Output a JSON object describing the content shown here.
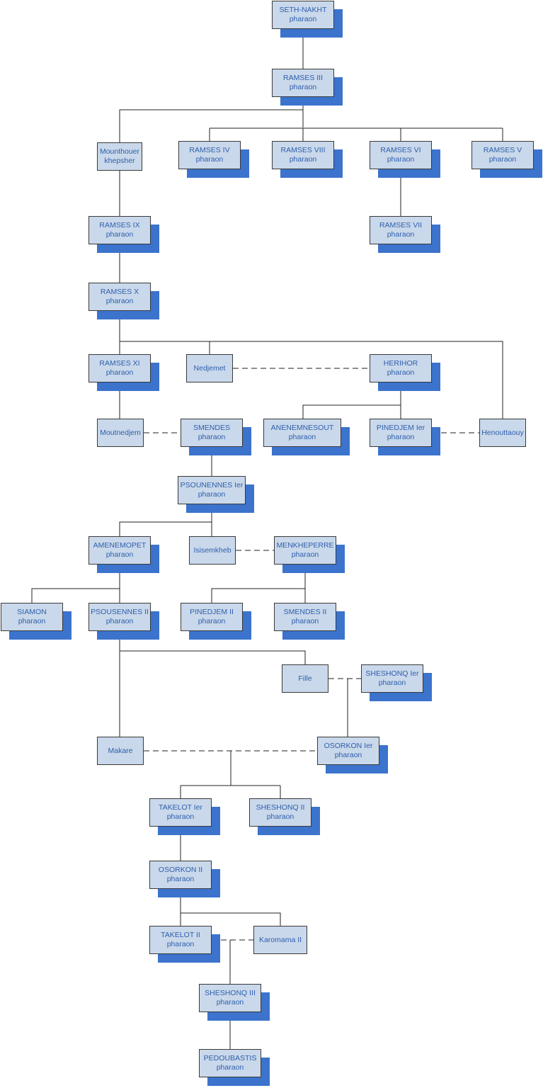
{
  "colors": {
    "box_fill": "#c9d8ea",
    "box_border": "#3a3a3a",
    "shadow": "#3b73cd",
    "text": "#2f5fae",
    "line": "#222222"
  },
  "nodes": [
    {
      "id": "seth-nakht",
      "name": "SETH-NAKHT",
      "title": "pharaon"
    },
    {
      "id": "ramses-3",
      "name": "RAMSES III",
      "title": "pharaon"
    },
    {
      "id": "mounthouer",
      "name": "Mounthouer",
      "title": "khepsher"
    },
    {
      "id": "ramses-4",
      "name": "RAMSES IV",
      "title": "pharaon"
    },
    {
      "id": "ramses-8",
      "name": "RAMSES VIII",
      "title": "pharaon"
    },
    {
      "id": "ramses-6",
      "name": "RAMSES VI",
      "title": "pharaon"
    },
    {
      "id": "ramses-5",
      "name": "RAMSES V",
      "title": "pharaon"
    },
    {
      "id": "ramses-7",
      "name": "RAMSES VII",
      "title": "pharaon"
    },
    {
      "id": "ramses-9",
      "name": "RAMSES IX",
      "title": "pharaon"
    },
    {
      "id": "ramses-10",
      "name": "RAMSES X",
      "title": "pharaon"
    },
    {
      "id": "ramses-11",
      "name": "RAMSES XI",
      "title": "pharaon"
    },
    {
      "id": "nedjemet",
      "name": "Nedjemet",
      "title": ""
    },
    {
      "id": "herihor",
      "name": "HERIHOR",
      "title": "pharaon"
    },
    {
      "id": "moutnedjem",
      "name": "Moutnedjem",
      "title": ""
    },
    {
      "id": "smendes",
      "name": "SMENDES",
      "title": "pharaon"
    },
    {
      "id": "anenemnesout",
      "name": "ANENEMNESOUT",
      "title": "pharaon"
    },
    {
      "id": "pinedjem-1",
      "name": "PINEDJEM Ier",
      "title": "pharaon"
    },
    {
      "id": "henouttaouy",
      "name": "Henouttaouy",
      "title": ""
    },
    {
      "id": "psounennes-1",
      "name": "PSOUNENNES Ier",
      "title": "pharaon"
    },
    {
      "id": "amenemopet",
      "name": "AMENEMOPET",
      "title": "pharaon"
    },
    {
      "id": "isisemkheb",
      "name": "Isisemkheb",
      "title": ""
    },
    {
      "id": "menkheperre",
      "name": "MENKHEPERRE",
      "title": "pharaon"
    },
    {
      "id": "siamon",
      "name": "SIAMON",
      "title": "pharaon"
    },
    {
      "id": "psousennes-2",
      "name": "PSOUSENNES II",
      "title": "pharaon"
    },
    {
      "id": "pinedjem-2",
      "name": "PINEDJEM II",
      "title": "pharaon"
    },
    {
      "id": "smendes-2",
      "name": "SMENDES II",
      "title": "pharaon"
    },
    {
      "id": "fille",
      "name": "Fille",
      "title": ""
    },
    {
      "id": "sheshonq-1",
      "name": "SHESHONQ Ier",
      "title": "pharaon"
    },
    {
      "id": "makare",
      "name": "Makare",
      "title": ""
    },
    {
      "id": "osorkon-1",
      "name": "OSORKON Ier",
      "title": "pharaon"
    },
    {
      "id": "takelot-1",
      "name": "TAKELOT Ier",
      "title": "pharaon"
    },
    {
      "id": "sheshonq-2",
      "name": "SHESHONQ II",
      "title": "pharaon"
    },
    {
      "id": "osorkon-2",
      "name": "OSORKON II",
      "title": "pharaon"
    },
    {
      "id": "takelot-2",
      "name": "TAKELOT II",
      "title": "pharaon"
    },
    {
      "id": "karomama-2",
      "name": "Karomama II",
      "title": ""
    },
    {
      "id": "sheshonq-3",
      "name": "SHESHONQ III",
      "title": "pharaon"
    },
    {
      "id": "pedoubastis",
      "name": "PEDOUBASTIS",
      "title": "pharaon"
    }
  ],
  "parent_child_links": [
    [
      "seth-nakht",
      "ramses-3"
    ],
    [
      "ramses-3",
      "mounthouer"
    ],
    [
      "ramses-3",
      "ramses-4"
    ],
    [
      "ramses-3",
      "ramses-8"
    ],
    [
      "ramses-3",
      "ramses-6"
    ],
    [
      "ramses-3",
      "ramses-5"
    ],
    [
      "ramses-6",
      "ramses-7"
    ],
    [
      "mounthouer",
      "ramses-9"
    ],
    [
      "ramses-9",
      "ramses-10"
    ],
    [
      "ramses-10",
      "ramses-11"
    ],
    [
      "ramses-10",
      "nedjemet"
    ],
    [
      "ramses-10",
      "henouttaouy"
    ],
    [
      "ramses-11",
      "moutnedjem"
    ],
    [
      "herihor",
      "anenemnesout"
    ],
    [
      "herihor",
      "pinedjem-1"
    ],
    [
      "smendes",
      "psounennes-1"
    ],
    [
      "psounennes-1",
      "amenemopet"
    ],
    [
      "psounennes-1",
      "isisemkheb"
    ],
    [
      "amenemopet",
      "siamon"
    ],
    [
      "amenemopet",
      "psousennes-2"
    ],
    [
      "menkheperre",
      "pinedjem-2"
    ],
    [
      "menkheperre",
      "smendes-2"
    ],
    [
      "psousennes-2",
      "fille"
    ],
    [
      "psousennes-2",
      "makare"
    ],
    [
      "fille",
      "osorkon-1"
    ],
    [
      "osorkon-1",
      "takelot-1"
    ],
    [
      "osorkon-1",
      "sheshonq-2"
    ],
    [
      "takelot-1",
      "osorkon-2"
    ],
    [
      "osorkon-2",
      "takelot-2"
    ],
    [
      "osorkon-2",
      "karomama-2"
    ],
    [
      "takelot-2",
      "sheshonq-3"
    ],
    [
      "sheshonq-3",
      "pedoubastis"
    ]
  ],
  "marriage_links": [
    [
      "nedjemet",
      "herihor"
    ],
    [
      "moutnedjem",
      "smendes"
    ],
    [
      "pinedjem-1",
      "henouttaouy"
    ],
    [
      "isisemkheb",
      "menkheperre"
    ],
    [
      "fille",
      "sheshonq-1"
    ],
    [
      "makare",
      "osorkon-1"
    ],
    [
      "takelot-2",
      "karomama-2"
    ]
  ]
}
